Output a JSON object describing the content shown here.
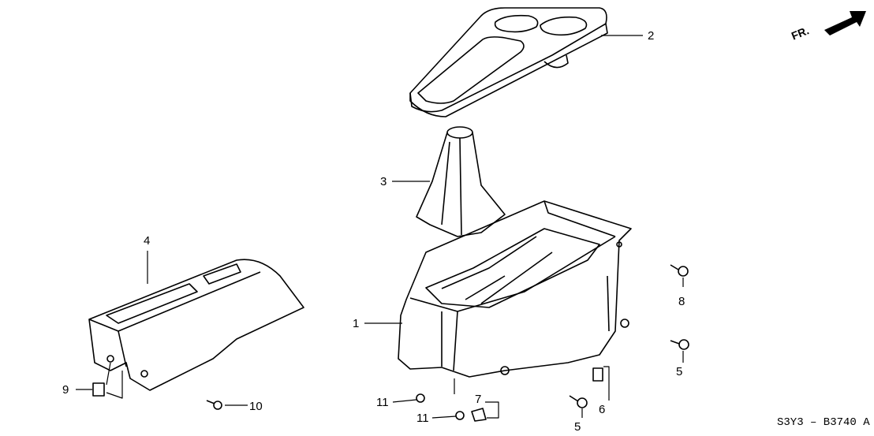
{
  "diagram": {
    "direction_label": "FR.",
    "drawing_code": "S3Y3 – B3740 A",
    "callouts": [
      "1",
      "2",
      "3",
      "4",
      "5",
      "5",
      "6",
      "7",
      "8",
      "9",
      "10",
      "11",
      "11"
    ]
  },
  "colors": {
    "line": "#000000",
    "background": "#ffffff"
  }
}
